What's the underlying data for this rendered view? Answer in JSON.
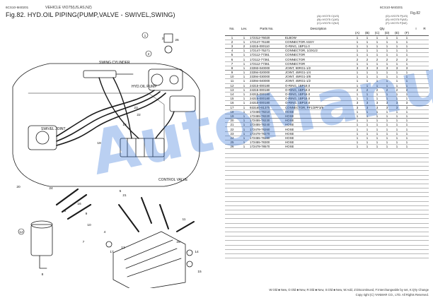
{
  "header": {
    "left_code": "6CS10-M40201",
    "vehicle": "VEHICLE VIO75(US,AS,NZ)",
    "right_code": "6CS10-M40201",
    "right_fig": "Fig.82"
  },
  "figure_title": "Fig.82.  HYD.OIL PIPING(PUMP,VALVE - SWIVEL,SWING)",
  "legend": {
    "left": [
      "(A)=VIO75 C(US)",
      "(B)=VIO75 C(AS)",
      "(C)=VIO75 C(NZ)"
    ],
    "right": [
      "(D)=VIO75 P(US)",
      "(E)=VIO75 P(AS)",
      "(F)=VIO75 P(NZ)"
    ]
  },
  "table": {
    "headers": {
      "no": "No.",
      "lev": "Lev.",
      "parts_no": "Parts No.",
      "description": "Description",
      "qty": "Qty",
      "cols": [
        "(A)",
        "(B)",
        "(C)",
        "(D)",
        "(E)",
        "(F)"
      ],
      "i": "I",
      "r": "R"
    },
    "rows": [
      {
        "no": "1",
        "lev": "1",
        "pn": "172312-76020",
        "desc": "ELBOW",
        "q": [
          "1",
          "1",
          "1",
          "1",
          "1",
          "1"
        ]
      },
      {
        "no": "2",
        "lev": "1",
        "pn": "172147-76180",
        "desc": "CONNECTOR ASSY",
        "q": [
          "1",
          "1",
          "1",
          "1",
          "1",
          "1"
        ]
      },
      {
        "no": "3",
        "lev": "2",
        "pn": "24315-000110",
        "desc": "O-RING, 1BP11.0",
        "q": [
          "1",
          "1",
          "1",
          "1",
          "1",
          "1"
        ]
      },
      {
        "no": "4",
        "lev": "1",
        "pn": "172147-75271",
        "desc": "CONNECTOR, 1/2X1/2",
        "q": [
          "1",
          "1",
          "1",
          "1",
          "1",
          "1"
        ]
      },
      {
        "no": "5",
        "lev": "1",
        "pn": "172112-77361",
        "desc": "CONNECTOR",
        "q": [
          "1",
          "1",
          "1",
          "1",
          "1",
          "1"
        ]
      },
      {
        "no": "6",
        "lev": "1",
        "pn": "172112-77361",
        "desc": "CONNECTOR",
        "q": [
          "2",
          "2",
          "2",
          "2",
          "2",
          "2"
        ]
      },
      {
        "no": "7",
        "lev": "1",
        "pn": "172112-77361",
        "desc": "CONNECTOR",
        "q": [
          "1",
          "1",
          "1",
          "1",
          "1",
          "1"
        ]
      },
      {
        "no": "8",
        "lev": "1",
        "pn": "23393-040000",
        "desc": "JOINT, 90RG1-1/2",
        "q": [
          "3",
          "3",
          "3",
          "3",
          "3",
          "3"
        ]
      },
      {
        "no": "9",
        "lev": "1",
        "pn": "23394-020000",
        "desc": "JOINT, 45RG1-1/4",
        "q": [
          "1",
          "1",
          "1",
          "1",
          "1",
          "1"
        ]
      },
      {
        "no": "10",
        "lev": "1",
        "pn": "23394-030000",
        "desc": "JOINT, 45RG1-3/8",
        "q": [
          "1",
          "1",
          "1",
          "1",
          "1",
          "1"
        ]
      },
      {
        "no": "11",
        "lev": "1",
        "pn": "23394-040000",
        "desc": "JOINT, 45RG1-1/2",
        "q": [
          "1",
          "1",
          "1",
          "1",
          "1",
          "1"
        ]
      },
      {
        "no": "12",
        "lev": "1",
        "pn": "24315-000180",
        "desc": "O-RING, 1BP18.0",
        "q": [
          "1",
          "1",
          "1",
          "1",
          "1",
          "1"
        ]
      },
      {
        "no": "13",
        "lev": "1",
        "pn": "24315-000180",
        "desc": "O-RING, 1BP18.0",
        "q": [
          "2",
          "2",
          "2",
          "2",
          "2",
          "2"
        ]
      },
      {
        "no": "14",
        "lev": "1",
        "pn": "24315-000180",
        "desc": "O-RING, 1BP18.0",
        "q": [
          "1",
          "1",
          "1",
          "1",
          "1",
          "1"
        ]
      },
      {
        "no": "15",
        "lev": "1",
        "pn": "24315-000180",
        "desc": "O-RING, 1BP18.0",
        "q": [
          "1",
          "1",
          "1",
          "1",
          "1",
          "1"
        ]
      },
      {
        "no": "16",
        "lev": "1",
        "pn": "24315-000180",
        "desc": "O-RING, 1BP18.0",
        "q": [
          "3",
          "3",
          "3",
          "3",
          "3",
          "3"
        ]
      },
      {
        "no": "17",
        "lev": "1",
        "pn": "933160-81370",
        "desc": "CONNECTOR, PF1/2PF3/8",
        "q": [
          "3",
          "3",
          "3",
          "3",
          "3",
          "3"
        ]
      },
      {
        "no": "18",
        "lev": "1",
        "pn": "172455-78210",
        "desc": "HOSE",
        "q": [
          "1",
          "1",
          "1",
          "1",
          "1",
          "1"
        ]
      },
      {
        "no": "19",
        "lev": "1",
        "pn": "172455-78220",
        "desc": "HOSE",
        "q": [
          "1",
          "1",
          "1",
          "1",
          "1",
          "1"
        ]
      },
      {
        "no": "20",
        "lev": "1",
        "pn": "172455-78230",
        "desc": "HOSE",
        "q": [
          "1",
          "1",
          "1",
          "1",
          "1",
          "1"
        ]
      },
      {
        "no": "21",
        "lev": "1",
        "pn": "172455-78240",
        "desc": "HOSE",
        "q": [
          "1",
          "1",
          "1",
          "1",
          "1",
          "1"
        ]
      },
      {
        "no": "22",
        "lev": "1",
        "pn": "172478-78260",
        "desc": "HOSE",
        "q": [
          "1",
          "1",
          "1",
          "1",
          "1",
          "1"
        ]
      },
      {
        "no": "23",
        "lev": "1",
        "pn": "172478-78270",
        "desc": "HOSE",
        "q": [
          "1",
          "1",
          "1",
          "1",
          "1",
          "1"
        ]
      },
      {
        "no": "24",
        "lev": "1",
        "pn": "172455-78280",
        "desc": "HOSE",
        "q": [
          "1",
          "1",
          "1",
          "1",
          "1",
          "1"
        ]
      },
      {
        "no": "25",
        "lev": "1",
        "pn": "172455-78300",
        "desc": "HOSE",
        "q": [
          "1",
          "1",
          "1",
          "1",
          "1",
          "1"
        ]
      },
      {
        "no": "26",
        "lev": "1",
        "pn": "172478-78570",
        "desc": "HOSE",
        "q": [
          "1",
          "1",
          "1",
          "1",
          "1",
          "1"
        ]
      }
    ],
    "group_breaks": [
      3,
      8,
      12,
      16,
      19
    ]
  },
  "diagram": {
    "labels": {
      "swing_cylinder": "SWING CYLINDER",
      "hyd_oil_pump": "HYD.OIL PUMP",
      "swivel_joint": "SWIVEL JOINT",
      "control_valve": "CONTROL VALVE"
    },
    "callouts": [
      "1",
      "2",
      "3",
      "4",
      "5",
      "6",
      "7",
      "8",
      "9",
      "10",
      "11",
      "12",
      "13",
      "14",
      "15",
      "16",
      "17",
      "18",
      "19",
      "20",
      "21",
      "22",
      "23",
      "24",
      "25",
      "26"
    ]
  },
  "watermark": "AutoManual",
  "footer": {
    "legend": "W:Old ■ New,  O:Old ■ New,  R:Old ■ New,  S:Old ■ New,  W:Add, Z:Discontinued, F:Interchangeable by set, K:Q'ty Change",
    "copyright": "Copy right (C) YANMAR CO., LTD. All Rights Reserved."
  },
  "colors": {
    "line": "#1a1a1a",
    "watermark": "#2f6fd7",
    "rule": "#b8b8b8"
  }
}
